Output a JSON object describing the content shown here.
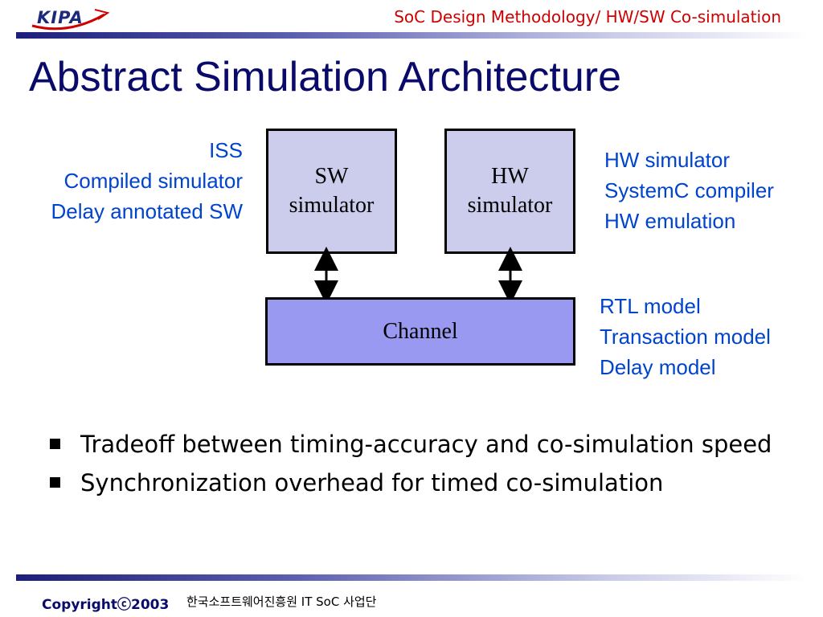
{
  "header": {
    "logo_text": "KIPA",
    "title": "SoC Design Methodology/ HW/SW Co-simulation"
  },
  "slide": {
    "title": "Abstract Simulation Architecture"
  },
  "diagram": {
    "sw_box": {
      "line1": "SW",
      "line2": "simulator"
    },
    "hw_box": {
      "line1": "HW",
      "line2": "simulator"
    },
    "channel_box": "Channel",
    "sw_notes": [
      "ISS",
      "Compiled simulator",
      "Delay annotated SW"
    ],
    "hw_notes": [
      "HW simulator",
      "SystemC compiler",
      "HW emulation"
    ],
    "channel_notes": [
      "RTL model",
      "Transaction model",
      "Delay model"
    ]
  },
  "bullets": [
    "Tradeoff between timing-accuracy and co-simulation speed",
    "Synchronization overhead for timed co-simulation"
  ],
  "footer": {
    "copyright": "Copyrightⓒ2003",
    "org": "한국소프트웨어진흥원  IT SoC 사업단"
  },
  "colors": {
    "title": "#0a0a6a",
    "header_red": "#d00000",
    "note_blue": "#0044cc",
    "sim_box": "#ccccec",
    "channel_box": "#9999f2"
  }
}
